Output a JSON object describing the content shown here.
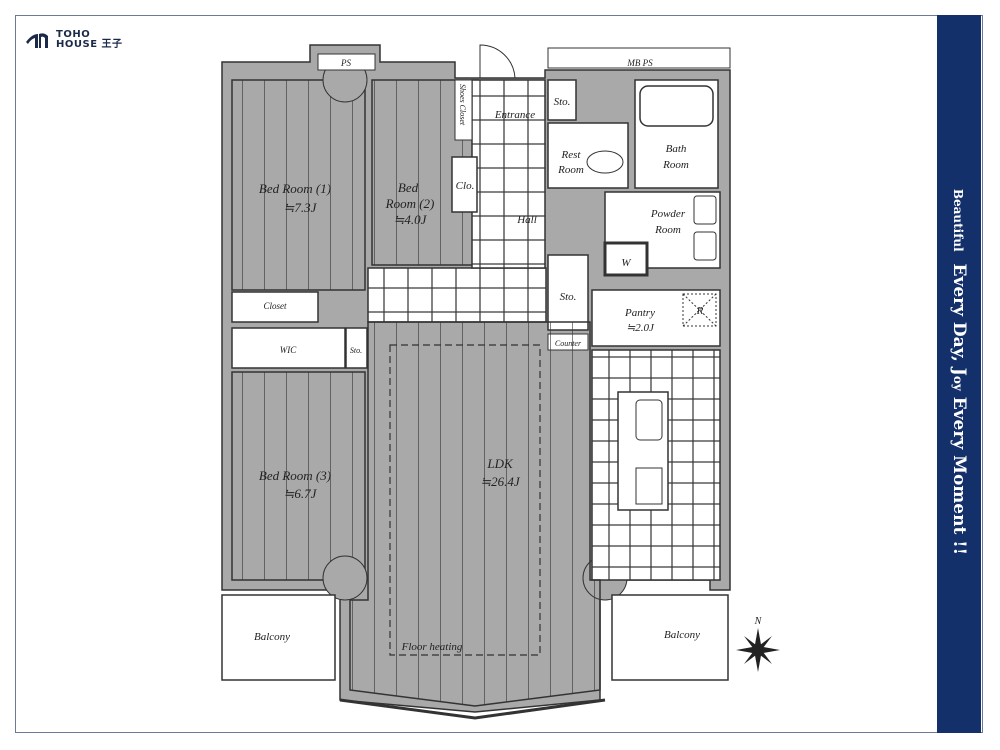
{
  "logo": {
    "line1": "TOHO",
    "line2": "HOUSE 王子"
  },
  "tagline": {
    "word1": "Beautiful",
    "part2": "Every Day, J",
    "part3": "oy",
    "part4": " Every Moment !!"
  },
  "colors": {
    "band": "#14306b",
    "wall": "#a9a9a9",
    "line": "#333333"
  },
  "rooms": {
    "bedroom1": {
      "name": "Bed Room (1)",
      "size": "≒7.3J"
    },
    "bedroom2": {
      "name1": "Bed",
      "name2": "Room (2)",
      "size": "≒4.0J"
    },
    "bedroom3": {
      "name": "Bed Room (3)",
      "size": "≒6.7J"
    },
    "ldk": {
      "name": "LDK",
      "size": "≒26.4J"
    },
    "pantry": {
      "name": "Pantry",
      "size": "≒2.0J"
    },
    "ps": "PS",
    "mbps": "MB PS",
    "shoes_closet": "Shoes Closet",
    "entrance": "Entrance",
    "sto": "Sto.",
    "rest_room": {
      "l1": "Rest",
      "l2": "Room"
    },
    "bath_room": {
      "l1": "Bath",
      "l2": "Room"
    },
    "powder_room": {
      "l1": "Powder",
      "l2": "Room"
    },
    "clo": "Clo.",
    "hall": "Hall",
    "w": "W",
    "r": "R",
    "closet": "Closet",
    "wic": "WIC",
    "counter": "Counter",
    "balcony": "Balcony",
    "floor_heating": "Floor heating"
  },
  "compass": {
    "north": "N"
  }
}
